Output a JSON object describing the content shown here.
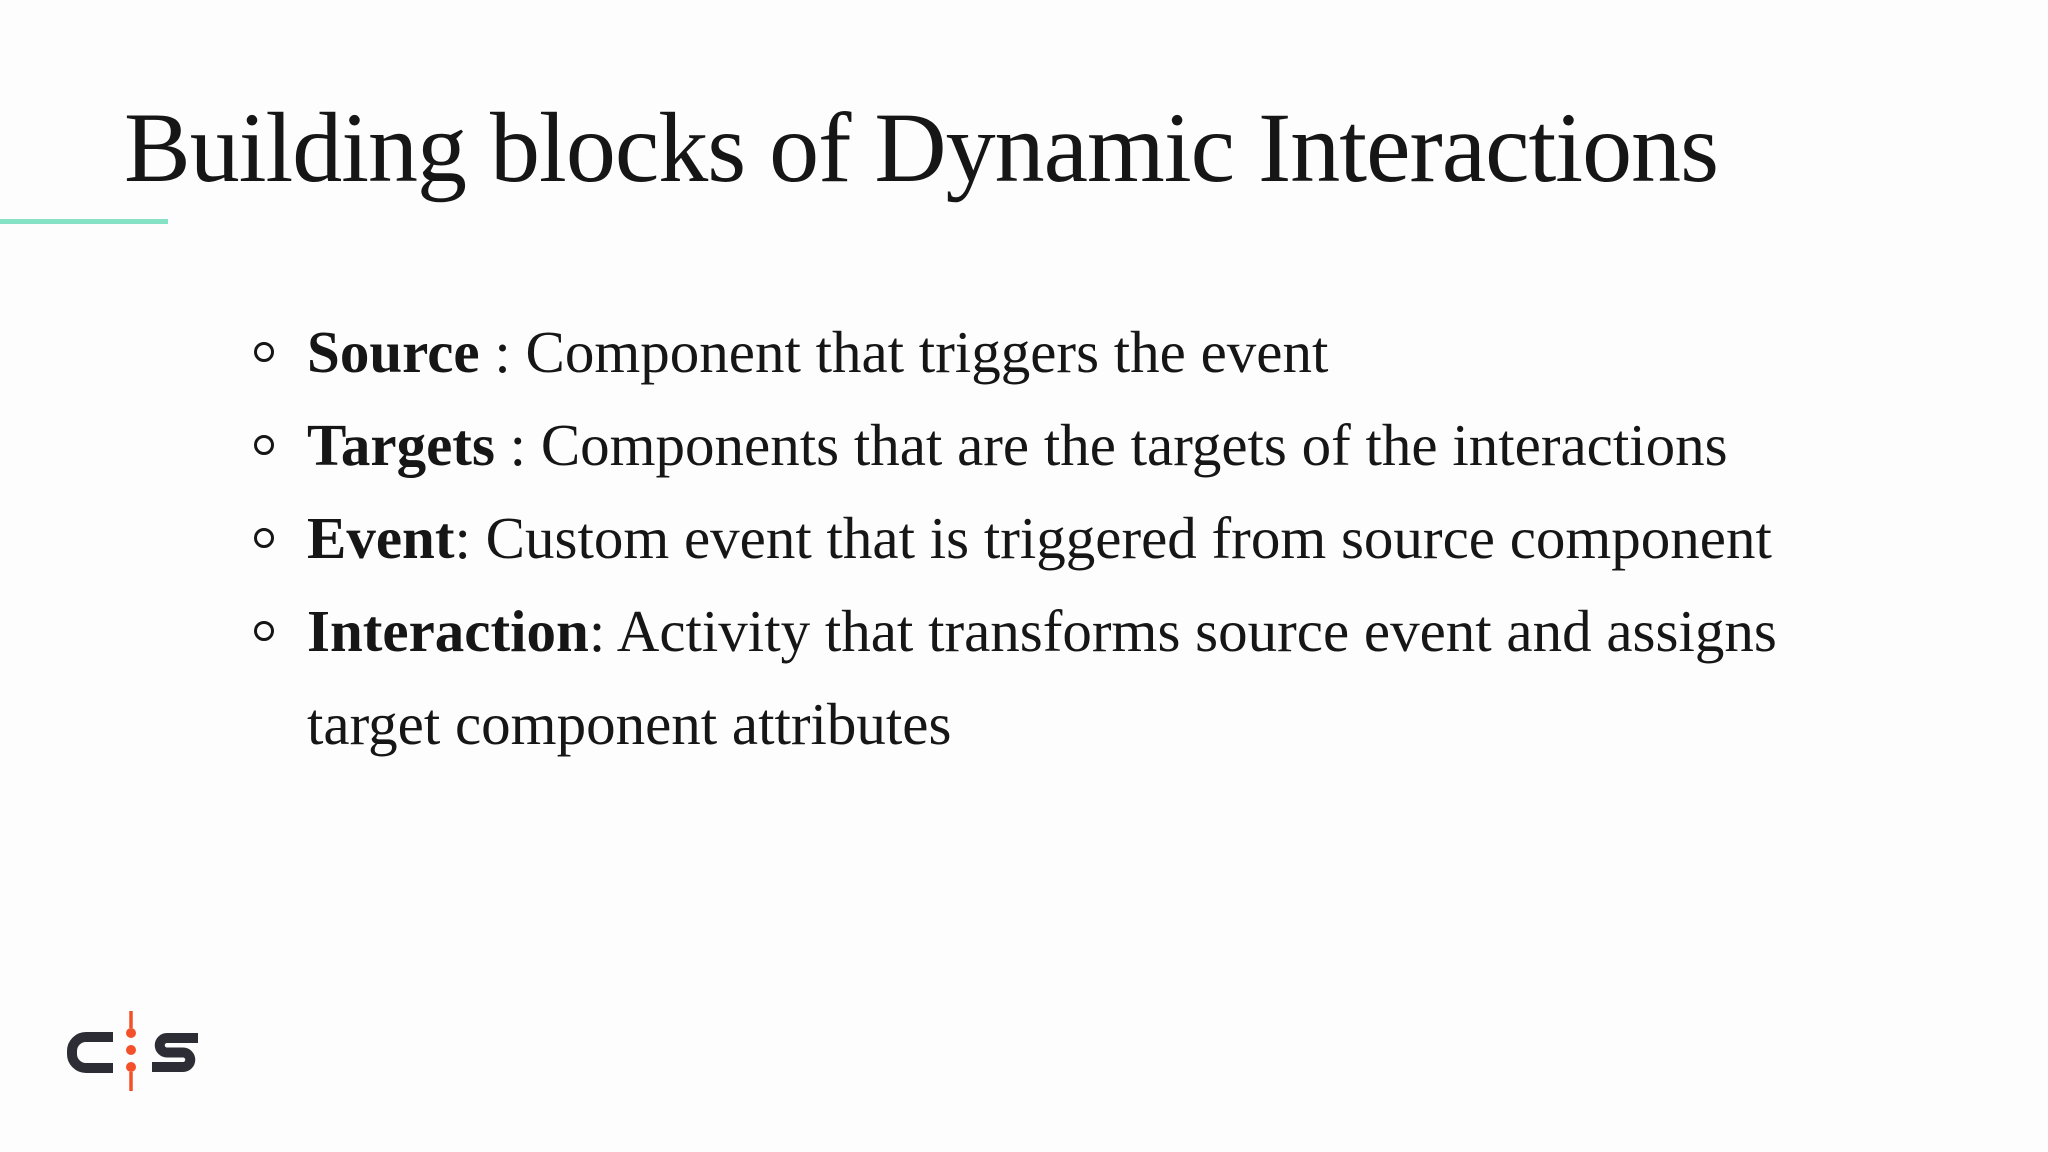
{
  "slide": {
    "title": "Building blocks of Dynamic Interactions",
    "bullets": [
      {
        "term": "Source",
        "rest": " : Component that triggers the event"
      },
      {
        "term": "Targets",
        "rest": " : Components that are the targets of the interactions"
      },
      {
        "term": "Event",
        "rest": ": Custom event  that is triggered from source component"
      },
      {
        "term": "Interaction",
        "rest": ": Activity that transforms source event and assigns",
        "rest_wrapped": "target component attributes"
      }
    ],
    "logo": {
      "letters": "CS"
    },
    "colors": {
      "accent": "#85e2c5",
      "text": "#161616",
      "background": "#fdfdfd",
      "logo_letter": "#2d2d35",
      "logo_dot": "#f4502a"
    }
  }
}
